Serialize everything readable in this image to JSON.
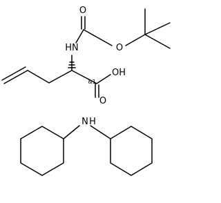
{
  "molecules": [
    {
      "name": "Boc-allylglycine",
      "atom_labels": [
        "O",
        "HN",
        "O",
        "OH",
        "O"
      ],
      "stereo_label": "&1"
    },
    {
      "name": "dicyclohexylamine",
      "atom_labels": [
        "N",
        "H"
      ]
    }
  ]
}
